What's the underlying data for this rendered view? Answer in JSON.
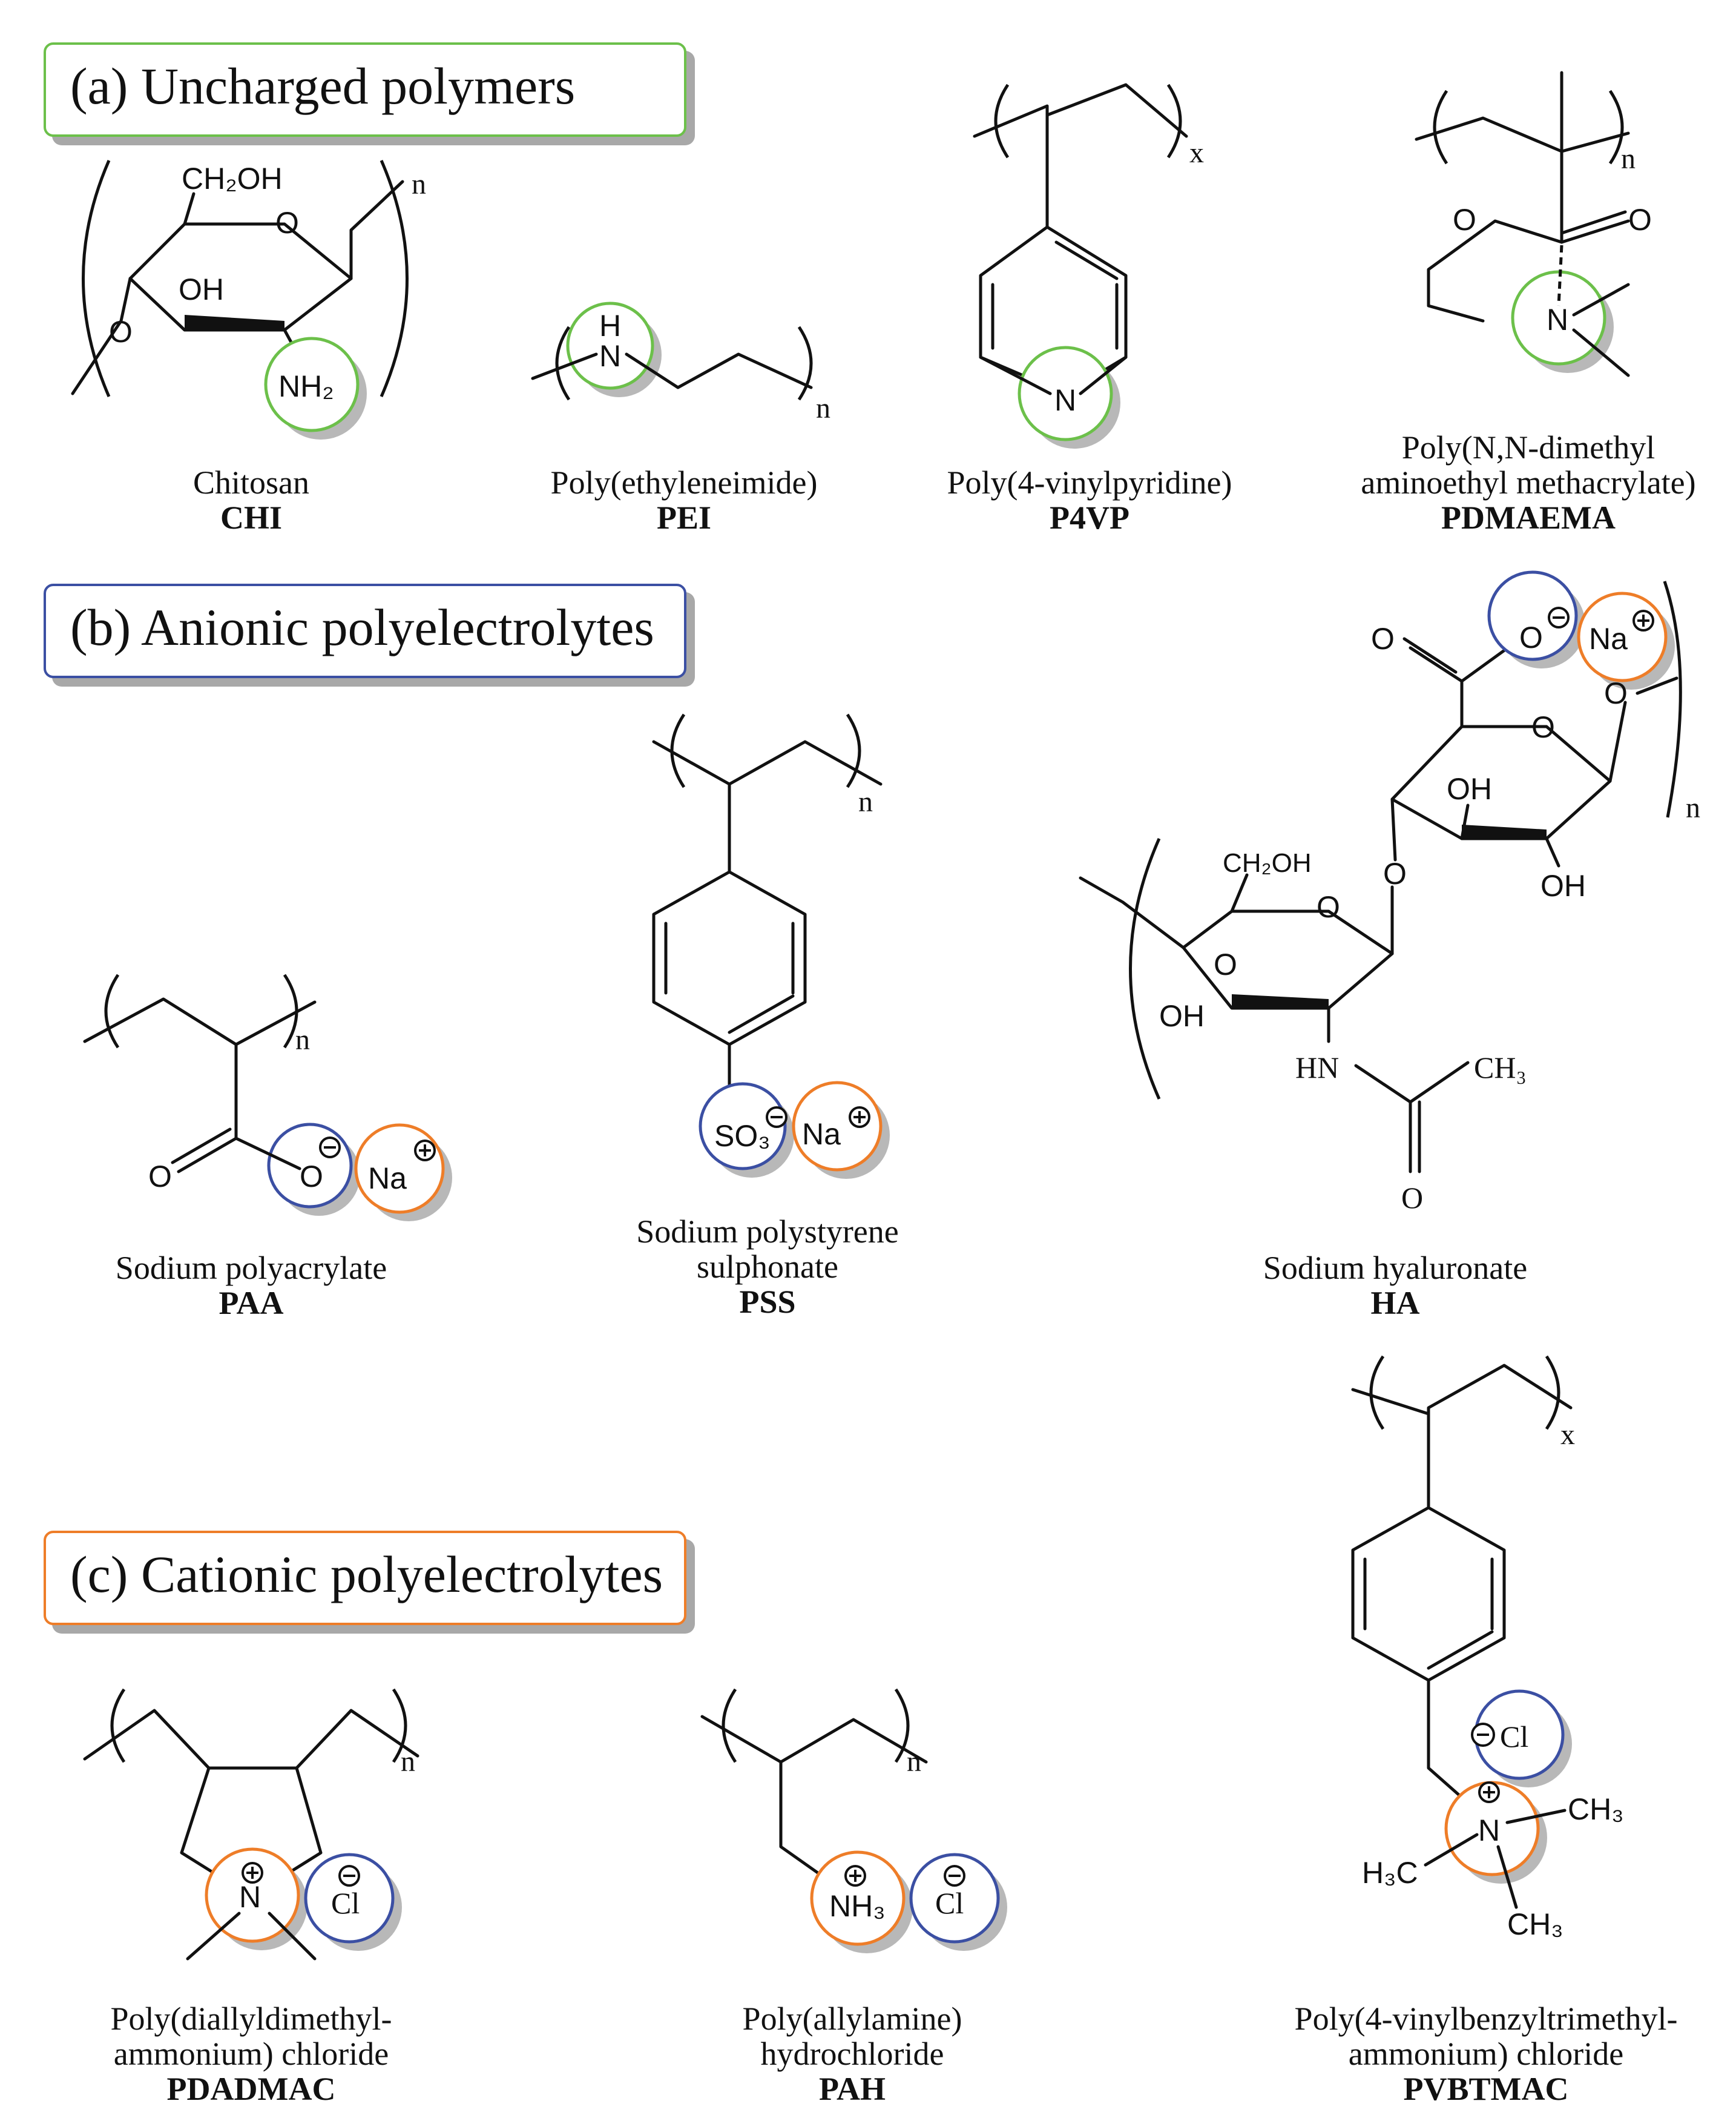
{
  "sections": {
    "a": {
      "label": "(a) Uncharged polymers",
      "border": "#6cc04a"
    },
    "b": {
      "label": "(b) Anionic polyelectrolytes",
      "border": "#3b4fa3"
    },
    "c": {
      "label": "(c) Cationic polyelectrolytes",
      "border": "#ee7d28"
    }
  },
  "colors": {
    "neutral_site": "#6cc04a",
    "anion": "#3b4fa3",
    "cation": "#ee7d28",
    "shadow": "#b3b3b3"
  },
  "compounds": {
    "chi": {
      "name": "Chitosan",
      "abbr": "CHI",
      "labels": {
        "ch2oh": "CH₂OH",
        "o_ring": "O",
        "oh": "OH",
        "nh2": "NH₂",
        "o_link": "O",
        "n": "n"
      }
    },
    "pei": {
      "name": "Poly(ethyleneimide)",
      "abbr": "PEI",
      "labels": {
        "h": "H",
        "n_atom": "N",
        "n": "n"
      }
    },
    "p4vp": {
      "name": "Poly(4-vinylpyridine)",
      "abbr": "P4VP",
      "labels": {
        "n_atom": "N",
        "x": "x"
      }
    },
    "pdmaema": {
      "name_line1": "Poly(N,N-dimethyl",
      "name_line2": "aminoethyl methacrylate)",
      "abbr": "PDMAEMA",
      "labels": {
        "o1": "O",
        "o2": "O",
        "n_atom": "N",
        "n": "n"
      }
    },
    "paa": {
      "name": "Sodium polyacrylate",
      "abbr": "PAA",
      "labels": {
        "o1": "O",
        "o2": "O",
        "na": "Na",
        "n": "n"
      }
    },
    "pss": {
      "name_line1": "Sodium polystyrene",
      "name_line2": "sulphonate",
      "abbr": "PSS",
      "labels": {
        "so3": "SO₃",
        "na": "Na",
        "n": "n"
      }
    },
    "ha": {
      "name": "Sodium hyaluronate",
      "abbr": "HA",
      "labels": {
        "o_carb": "O",
        "o_minus": "O",
        "na": "Na",
        "o_glyc": "O",
        "o_ring1": "O",
        "oh1": "OH",
        "oh2": "OH",
        "o_link": "O",
        "ch2oh": "CH₂OH",
        "o_ring2": "O",
        "o_left": "O",
        "oh3": "OH",
        "hn": "HN",
        "ch3": "CH₃",
        "o_amide": "O",
        "n": "n"
      }
    },
    "pdadmac": {
      "name_line1": "Poly(diallyldimethyl-",
      "name_line2": "ammonium) chloride",
      "abbr": "PDADMAC",
      "labels": {
        "n_atom": "N",
        "cl": "Cl",
        "n": "n"
      }
    },
    "pah": {
      "name_line1": "Poly(allylamine)",
      "name_line2": "hydrochloride",
      "abbr": "PAH",
      "labels": {
        "nh3": "NH₃",
        "cl": "Cl",
        "n": "n"
      }
    },
    "pvbtmac": {
      "name_line1": "Poly(4-vinylbenzyltrimethyl-",
      "name_line2": "ammonium) chloride",
      "abbr": "PVBTMAC",
      "labels": {
        "cl": "Cl",
        "n_atom": "N",
        "ch3a": "CH₃",
        "ch3b": "H₃C",
        "ch3c": "CH₃",
        "x": "x"
      }
    }
  }
}
